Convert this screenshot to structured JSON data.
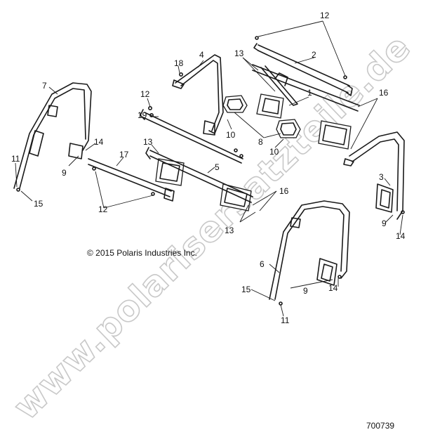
{
  "copyright": "© 2015 Polaris Industries Inc.",
  "figure_number": "700739",
  "watermark": "www.polarisersatzteile.de",
  "callouts": {
    "c1": "1",
    "c2": "2",
    "c3": "3",
    "c4": "4",
    "c5": "5",
    "c6": "6",
    "c7": "7",
    "c8": "8",
    "c9a": "9",
    "c9b": "9",
    "c9c": "9",
    "c10a": "10",
    "c10b": "10",
    "c11a": "11",
    "c11b": "11",
    "c12a": "12",
    "c12b": "12",
    "c12c": "12",
    "c13a": "13",
    "c13b": "13",
    "c13c": "13",
    "c14a": "14",
    "c14b": "14",
    "c14c": "14",
    "c15a": "15",
    "c15b": "15",
    "c16a": "16",
    "c16b": "16",
    "c17": "17",
    "c18": "18",
    "c19": "19"
  }
}
